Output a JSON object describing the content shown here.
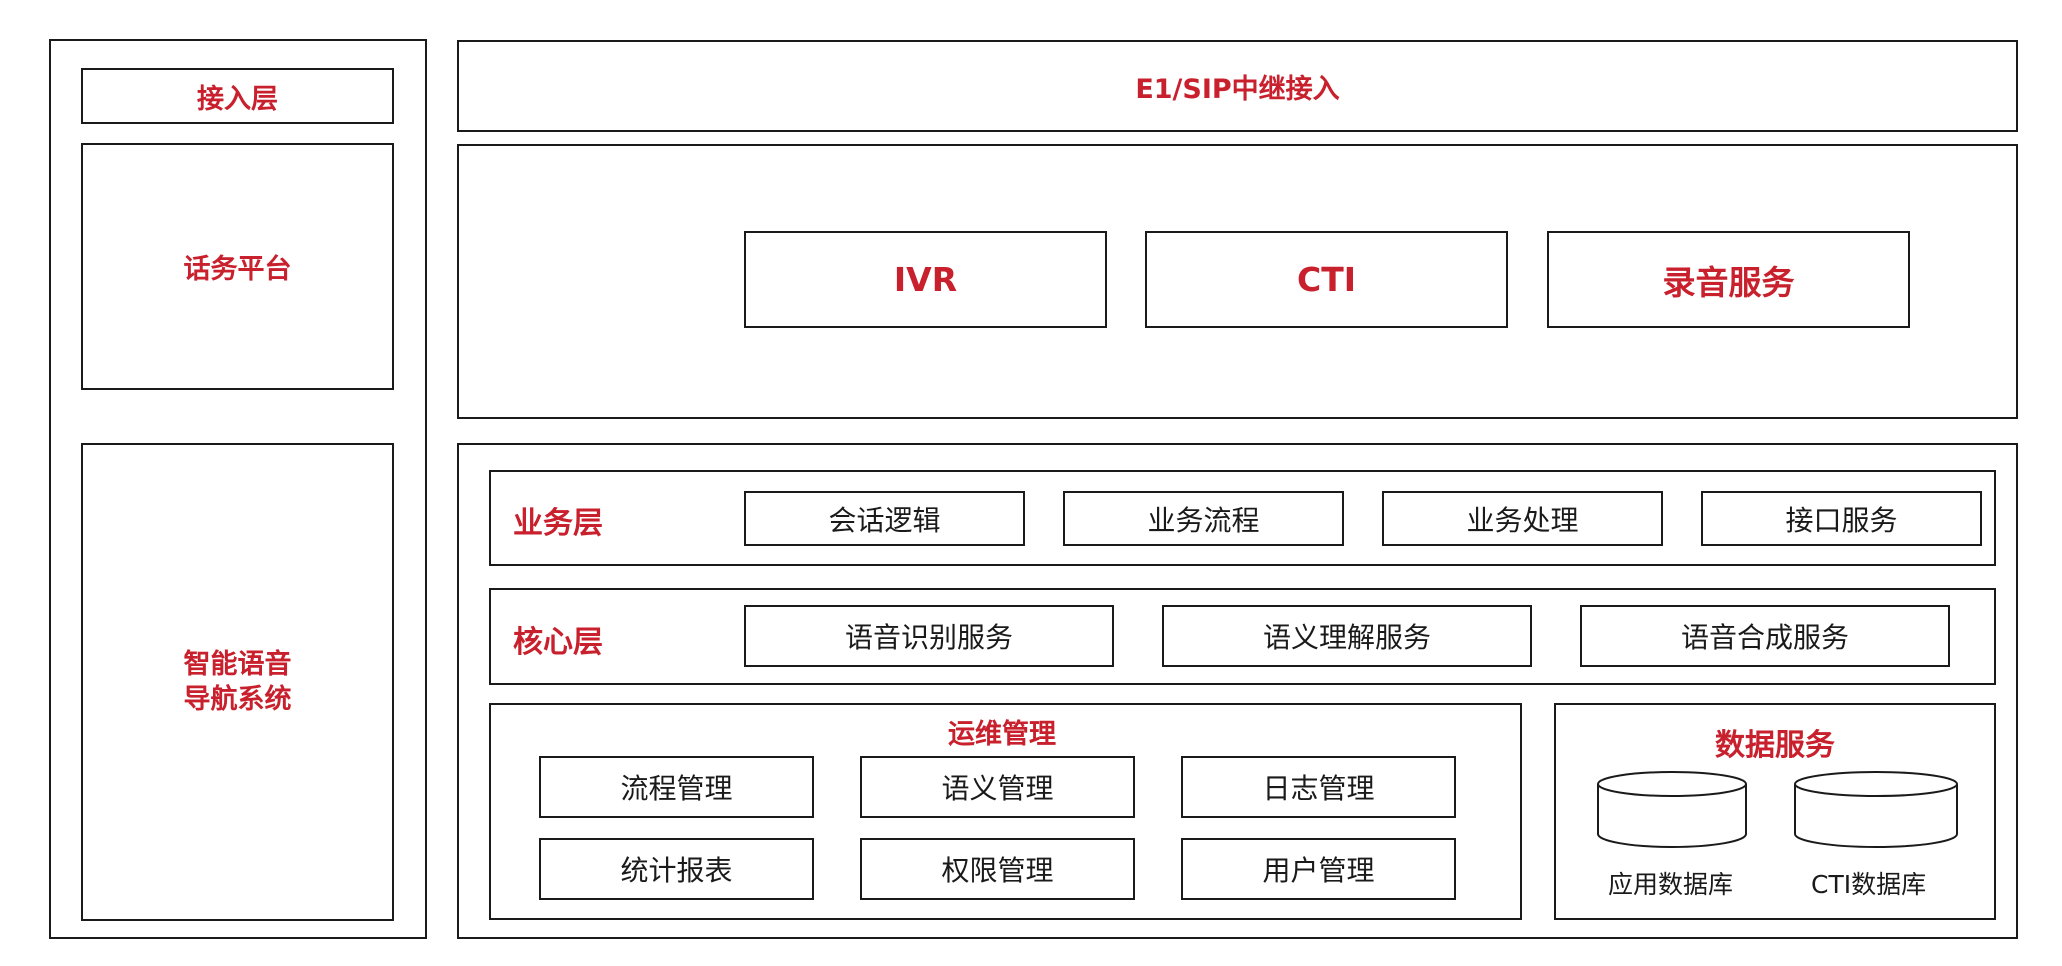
{
  "left_panel": {
    "access_layer": "接入层",
    "call_platform": "话务平台",
    "ivn_system_line1": "智能语音",
    "ivn_system_line2": "导航系统"
  },
  "access": {
    "title": "E1/SIP中继接入"
  },
  "platform": {
    "modules": [
      "IVR",
      "CTI",
      "录音服务"
    ]
  },
  "business_layer": {
    "label": "业务层",
    "items": [
      "会话逻辑",
      "业务流程",
      "业务处理",
      "接口服务"
    ]
  },
  "core_layer": {
    "label": "核心层",
    "items": [
      "语音识别服务",
      "语义理解服务",
      "语音合成服务"
    ]
  },
  "ops": {
    "title": "运维管理",
    "items": [
      "流程管理",
      "语义管理",
      "日志管理",
      "统计报表",
      "权限管理",
      "用户管理"
    ]
  },
  "data_service": {
    "title": "数据服务",
    "databases": [
      "应用数据库",
      "CTI数据库"
    ]
  },
  "colors": {
    "accent": "#c8202d",
    "line": "#1a1a1a"
  }
}
